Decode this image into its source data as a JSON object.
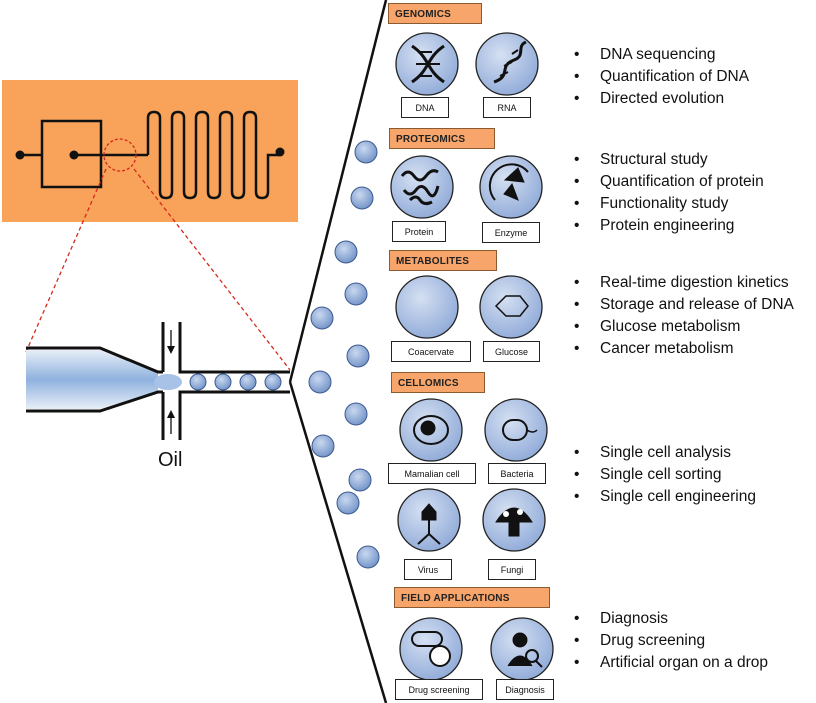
{
  "oil_label": "Oil",
  "colors": {
    "orange_panel": "#f8a25a",
    "header_fill": "#f7a56a",
    "droplet": "#7f9fd0",
    "icon_circle": "#9cb4dc",
    "dashed_line": "#d42a1c"
  },
  "sections": [
    {
      "title": "GENOMICS",
      "items": [
        {
          "icon": "dna-icon",
          "label": "DNA"
        },
        {
          "icon": "rna-icon",
          "label": "RNA"
        }
      ],
      "bullets": [
        "DNA sequencing",
        "Quantification of DNA",
        "Directed evolution"
      ]
    },
    {
      "title": "PROTEOMICS",
      "items": [
        {
          "icon": "protein-icon",
          "label": "Protein"
        },
        {
          "icon": "enzyme-icon",
          "label": "Enzyme"
        }
      ],
      "bullets": [
        "Structural study",
        "Quantification of protein",
        "Functionality study",
        "Protein engineering"
      ]
    },
    {
      "title": "METABOLITES",
      "items": [
        {
          "icon": "coacervate-icon",
          "label": "Coacervate"
        },
        {
          "icon": "glucose-icon",
          "label": "Glucose"
        }
      ],
      "bullets": [
        "Real-time digestion kinetics",
        "Storage and release of DNA",
        "Glucose metabolism",
        "Cancer metabolism"
      ]
    },
    {
      "title": "CELLOMICS",
      "items": [
        {
          "icon": "mammalian-cell-icon",
          "label": "Mamalian cell"
        },
        {
          "icon": "bacteria-icon",
          "label": "Bacteria"
        },
        {
          "icon": "virus-icon",
          "label": "Virus"
        },
        {
          "icon": "fungi-icon",
          "label": "Fungi"
        }
      ],
      "bullets": [
        "Single cell analysis",
        "Single cell sorting",
        "Single cell engineering"
      ]
    },
    {
      "title": "FIELD APPLICATIONS",
      "items": [
        {
          "icon": "pills-icon",
          "label": "Drug screening"
        },
        {
          "icon": "diagnosis-icon",
          "label": "Diagnosis"
        }
      ],
      "bullets": [
        "Diagnosis",
        "Drug screening",
        "Artificial organ on a drop"
      ]
    }
  ]
}
